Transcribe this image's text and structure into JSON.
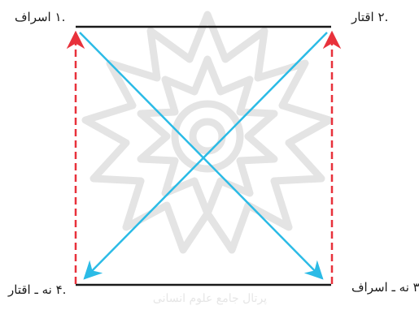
{
  "colors": {
    "edge": "#1a1a1a",
    "diagonal": "#2bbbe6",
    "dashed": "#e8313b",
    "watermark": "#e6e6e6"
  },
  "labels": {
    "top_left": ".۱ اسراف",
    "top_right": ".۲ اقتار",
    "bottom_right": ".۳ نه ـ اسراف",
    "bottom_left": ".۴ نه ـ اقتار"
  },
  "watermark": {
    "icon": "islamic-star-rosette-icon",
    "text": "پرتال جامع علوم انسانی"
  }
}
